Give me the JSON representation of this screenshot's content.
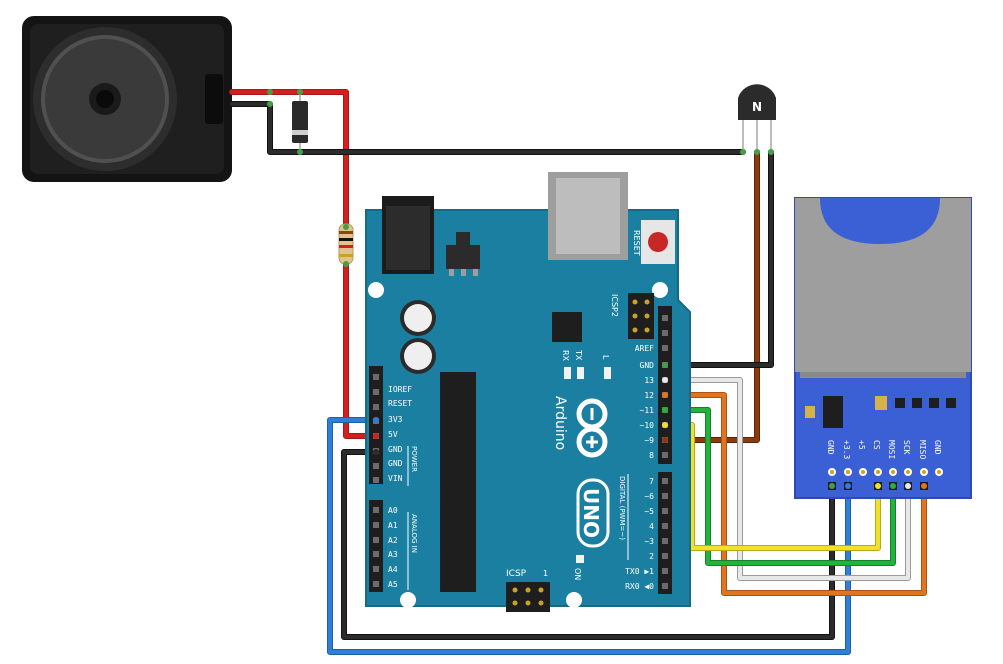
{
  "diagram": {
    "components": {
      "speaker": {
        "name": "speaker"
      },
      "diode": {
        "name": "diode"
      },
      "resistor": {
        "name": "resistor"
      },
      "transistor": {
        "name": "npn-transistor",
        "marking": "N"
      },
      "arduino": {
        "brand": "Arduino",
        "model": "UNO",
        "reset_label": "RESET",
        "icsp2_label": "ICSP2",
        "icsp_label": "ICSP",
        "icsp_pin1": "1",
        "led_labels": [
          "RX",
          "TX",
          "L"
        ],
        "on_label": "ON",
        "power_group_label": "POWER",
        "analog_group_label": "ANALOG IN",
        "digital_group_label": "DIGITAL (PWM=~)",
        "power_pins": [
          "IOREF",
          "RESET",
          "3V3",
          "5V",
          "GND",
          "GND",
          "VIN"
        ],
        "analog_pins": [
          "A0",
          "A1",
          "A2",
          "A3",
          "A4",
          "A5"
        ],
        "digital_top_pins": [
          "AREF",
          "GND",
          "13",
          "12",
          "~11",
          "~10",
          "~9",
          "8"
        ],
        "digital_bottom_pins": [
          "7",
          "~6",
          "~5",
          "4",
          "~3",
          "2",
          "TX0 ▶1",
          "RX0 ◀0"
        ]
      },
      "sd_module": {
        "name": "sd-card-module",
        "pins": [
          "GND",
          "+3.3",
          "+5",
          "CS",
          "MOSI",
          "SCK",
          "MISO",
          "GND"
        ]
      }
    },
    "colors": {
      "board": "#1a7fa0",
      "wire_red": "#d41f1f",
      "wire_black": "#222222",
      "wire_blue": "#2f7fd6",
      "wire_yellow": "#f2e12a",
      "wire_green": "#22b33a",
      "wire_white": "#d9d9d9",
      "wire_orange": "#e0741f",
      "wire_brown": "#8b3a10",
      "sd_module": "#3b5fd4"
    }
  }
}
